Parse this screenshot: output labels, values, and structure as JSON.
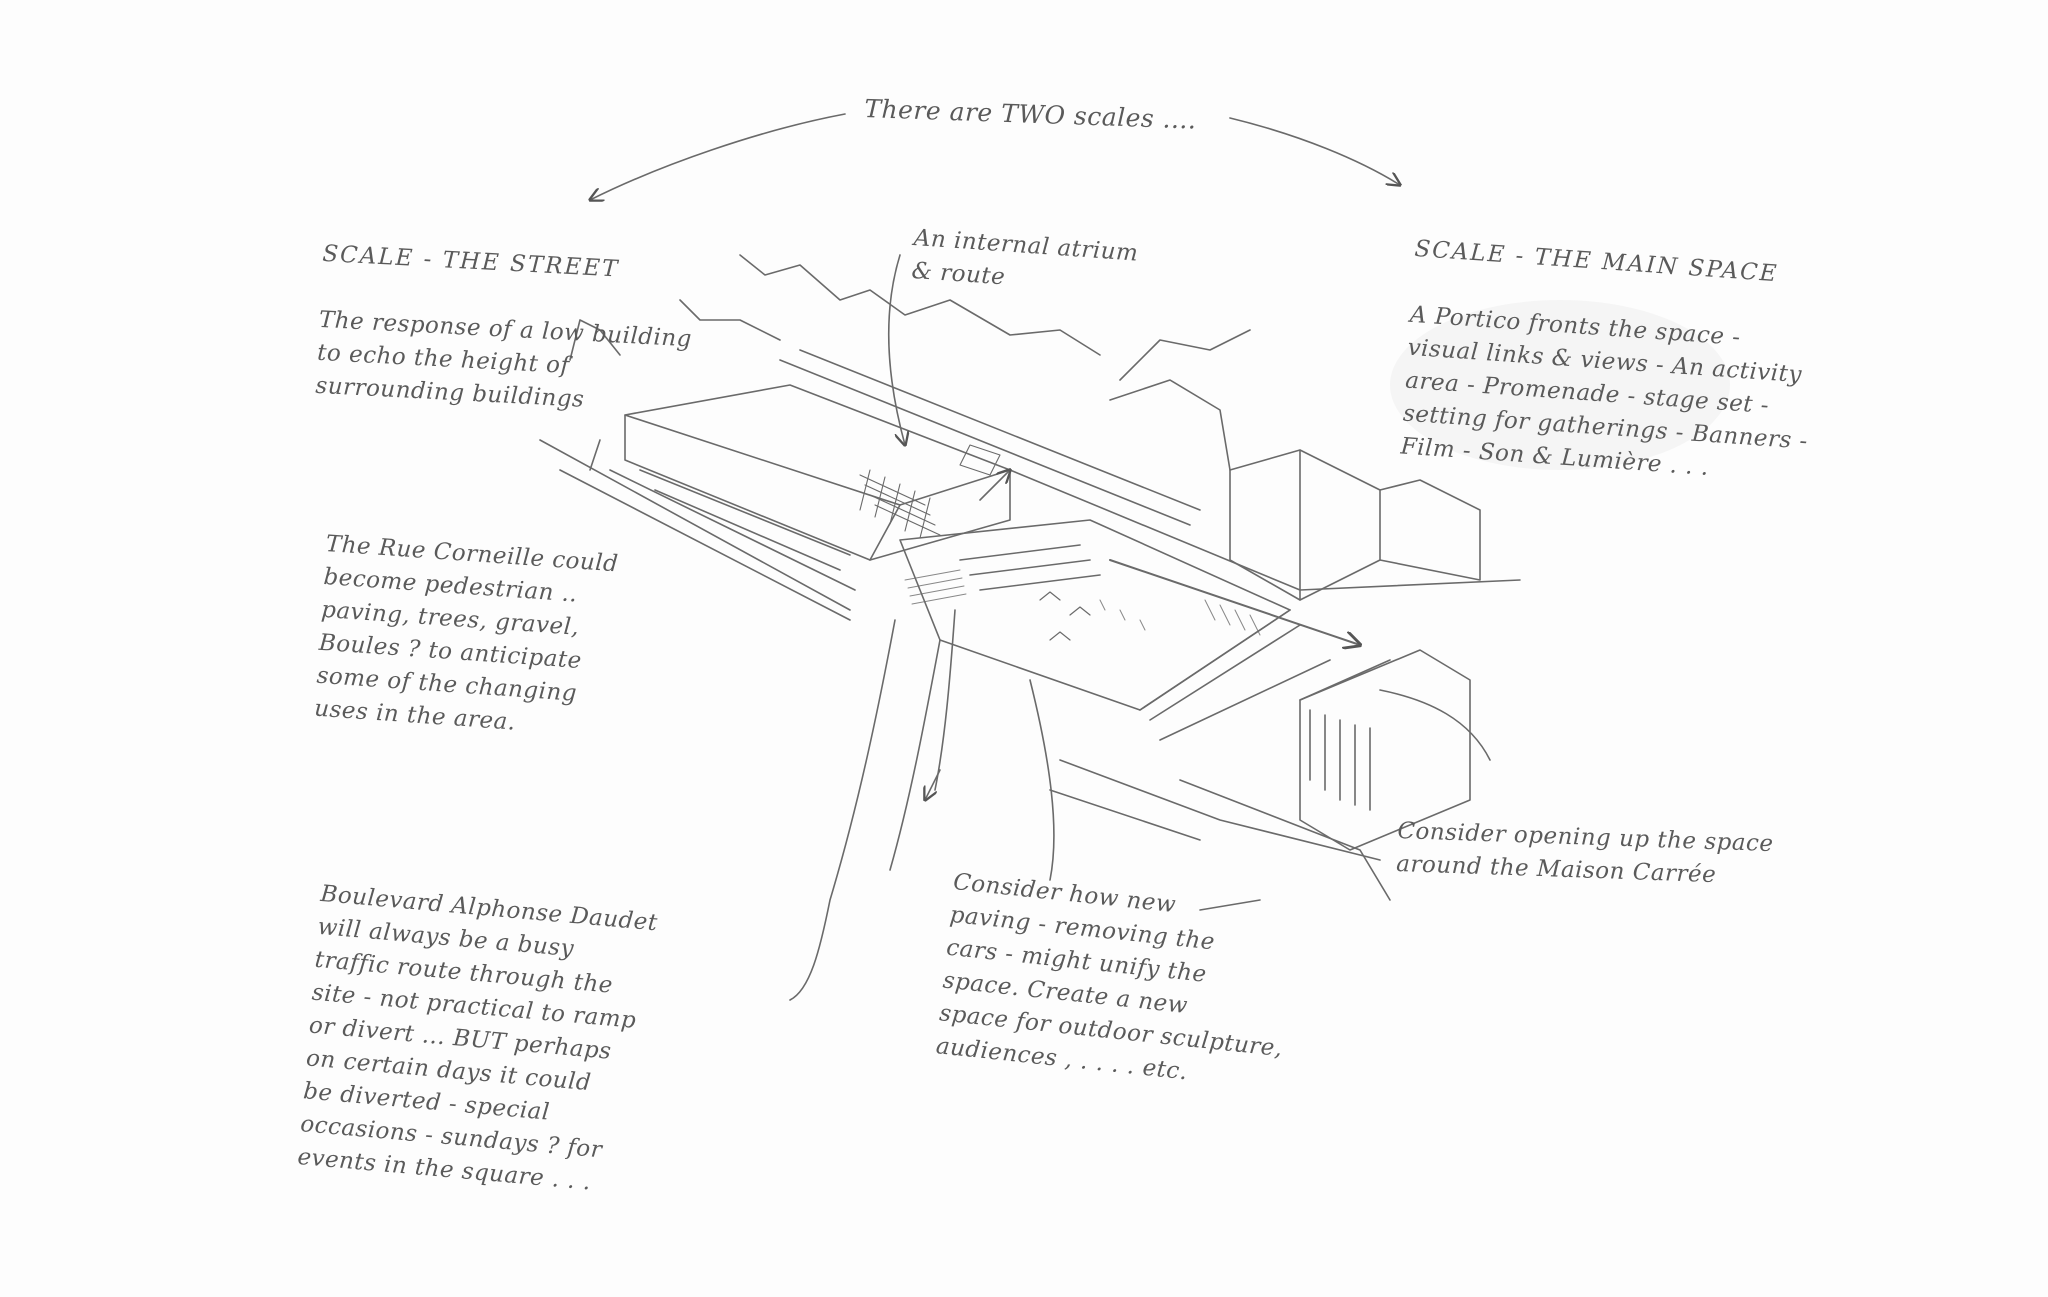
{
  "title": "There are TWO scales ....",
  "scale_street": {
    "heading": "SCALE - THE STREET",
    "text": "The response of a low building\nto echo the height of\nsurrounding buildings"
  },
  "scale_main_space": {
    "heading": "SCALE - THE MAIN SPACE",
    "text": "A Portico fronts the space -\nvisual links & views - An activity\narea - Promenade - stage set -\nsetting for gatherings - Banners -\nFilm - Son & Lumière . . ."
  },
  "atrium": "An internal atrium\n& route",
  "rue_corneille": "The Rue Corneille could\nbecome pedestrian ..\npaving, trees, gravel,\nBoules ? to anticipate\nsome of the changing\nuses in the area.",
  "boulevard": "Boulevard Alphonse Daudet\nwill always be a busy\ntraffic route through the\nsite - not practical to ramp\nor divert ... BUT perhaps\non certain days it could\nbe diverted - special\noccasions - sundays ? for\nevents in the square . . .",
  "paving": "Consider how new\npaving - removing the\ncars - might unify the\nspace. Create a new\nspace for outdoor sculpture,\naudiences , . . . . etc.",
  "maison_carree": "Consider opening up the space\naround the Maison Carrée",
  "colors": {
    "pencil": "#5a5a5a",
    "paper": "#fdfdfd"
  }
}
